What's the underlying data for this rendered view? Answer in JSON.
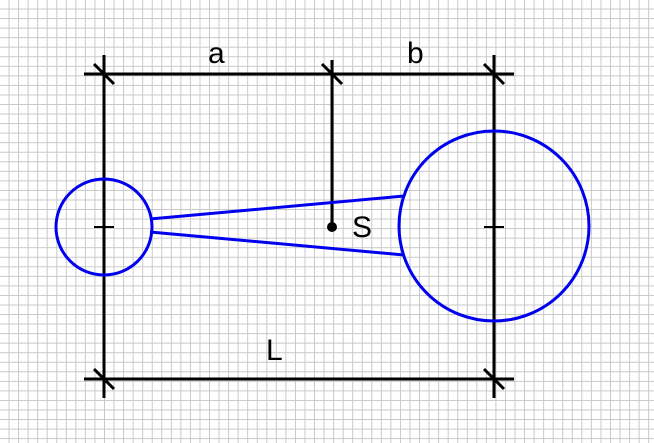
{
  "labels": {
    "a": "a",
    "b": "b",
    "s": "S",
    "l": "L"
  },
  "colors": {
    "dimension": "#000000",
    "body": "#0000ee"
  }
}
